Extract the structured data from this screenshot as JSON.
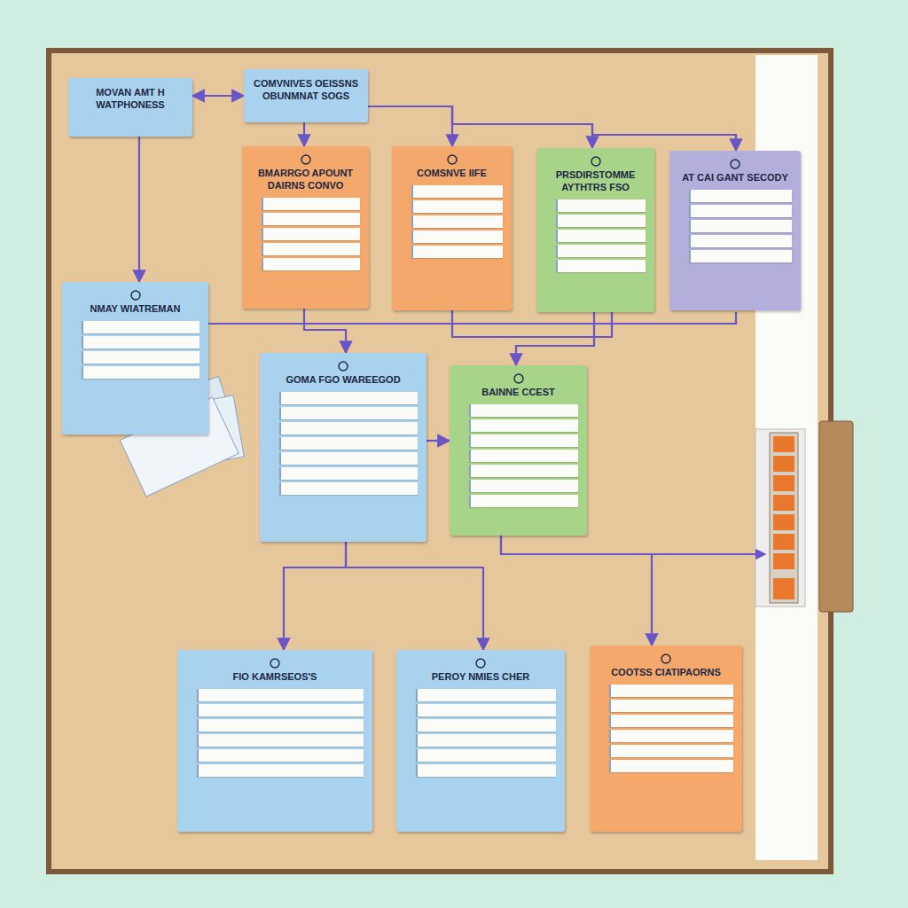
{
  "diagram": {
    "nodes": [
      {
        "text": [
          "MOVAN AMT H WATPHONESS"
        ]
      },
      {
        "text": [
          "COMVNIVES OEISSNS OBUNMNAT SOGS"
        ]
      },
      {
        "text": [
          "BMARRGO APOUNT DAIRNS CONVO"
        ]
      },
      {
        "text": [
          "COMSNVE IIFE"
        ]
      },
      {
        "text": [
          "PRSDIRSTOMME AYTHTRS FSO"
        ]
      },
      {
        "text": [
          "AT CAI GANT SECODY"
        ]
      },
      {
        "text": [
          "NMAY WIATREMAN"
        ]
      },
      {
        "text": [
          "GOMA FGO WAREEGOD"
        ]
      },
      {
        "text": [
          "BAINNE CCEST"
        ]
      },
      {
        "text": [
          "FIO KAMRSEOS'S"
        ]
      },
      {
        "text": [
          "PEROY NMIES CHER"
        ]
      },
      {
        "text": [
          "COOTSS CIATIPAORNS"
        ]
      }
    ],
    "edges": [
      {
        "from": 0,
        "to": 1,
        "arrow": "both"
      },
      {
        "from": 1,
        "to": 2,
        "arrow": "to"
      },
      {
        "from": 1,
        "to": 3,
        "arrow": "to"
      },
      {
        "from": 1,
        "to": 4,
        "arrow": "to"
      },
      {
        "from": 1,
        "to": 5,
        "arrow": "to"
      },
      {
        "from": 0,
        "to": 6,
        "arrow": "to"
      },
      {
        "from": 2,
        "to": 7,
        "arrow": "to"
      },
      {
        "from": 4,
        "to": 8,
        "arrow": "to"
      },
      {
        "from": 7,
        "to": 8,
        "arrow": "to"
      },
      {
        "from": 7,
        "to": 9,
        "arrow": "to"
      },
      {
        "from": 7,
        "to": 10,
        "arrow": "to"
      },
      {
        "from": 8,
        "to": 11,
        "arrow": "to"
      }
    ]
  }
}
